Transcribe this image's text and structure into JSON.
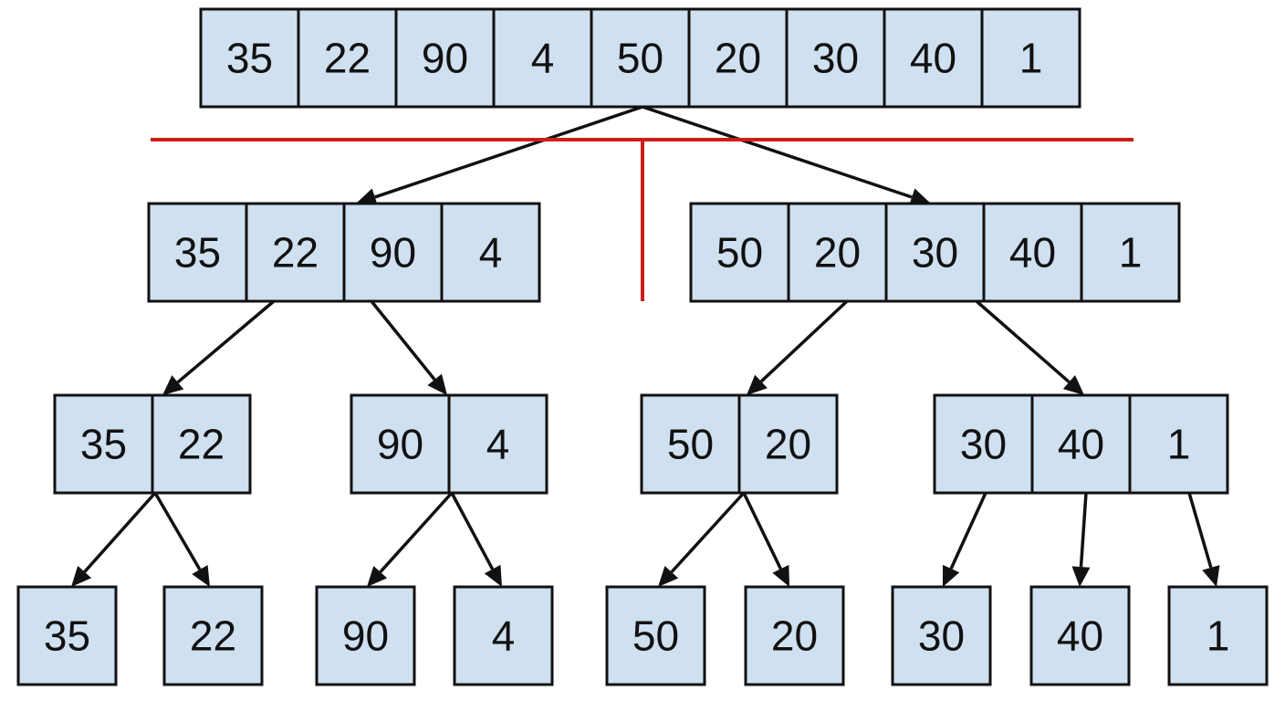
{
  "colors": {
    "cell_fill": "#cfe0f0",
    "divider": "#cc1f1a",
    "edge": "#111111"
  },
  "rows": [
    [
      [
        35,
        22,
        90,
        4,
        50,
        20,
        30,
        40,
        1
      ]
    ],
    [
      [
        35,
        22,
        90,
        4
      ],
      [
        50,
        20,
        30,
        40,
        1
      ]
    ],
    [
      [
        35,
        22
      ],
      [
        90,
        4
      ],
      [
        50,
        20
      ],
      [
        30,
        40,
        1
      ]
    ],
    [
      [
        35
      ],
      [
        22
      ],
      [
        90
      ],
      [
        4
      ],
      [
        50
      ],
      [
        20
      ],
      [
        30
      ],
      [
        40
      ],
      [
        1
      ]
    ]
  ]
}
